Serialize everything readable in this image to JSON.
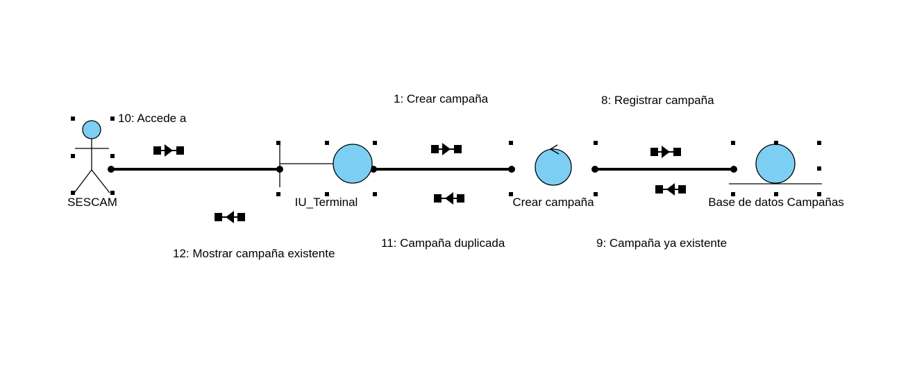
{
  "diagram": {
    "type": "uml-collaboration-diagram",
    "objects": {
      "actor": {
        "label": "SESCAM",
        "kind": "actor"
      },
      "boundary": {
        "label": "IU_Terminal",
        "kind": "boundary"
      },
      "control": {
        "label": "Crear campaña",
        "kind": "control"
      },
      "entity": {
        "label": "Base de datos Campañas",
        "kind": "entity"
      }
    },
    "messages": {
      "m10": {
        "text": "10: Accede a",
        "direction": "forward",
        "from": "SESCAM",
        "to": "IU_Terminal"
      },
      "m12": {
        "text": "12: Mostrar campaña existente",
        "direction": "backward",
        "from": "IU_Terminal",
        "to": "SESCAM"
      },
      "m1": {
        "text": "1: Crear campaña",
        "direction": "forward",
        "from": "IU_Terminal",
        "to": "Crear campaña"
      },
      "m11": {
        "text": "11: Campaña duplicada",
        "direction": "backward",
        "from": "Crear campaña",
        "to": "IU_Terminal"
      },
      "m8": {
        "text": "8: Registrar campaña",
        "direction": "forward",
        "from": "Crear campaña",
        "to": "Base de datos Campañas"
      },
      "m9": {
        "text": "9: Campaña ya existente",
        "direction": "backward",
        "from": "Base de datos Campañas",
        "to": "Crear campaña"
      }
    },
    "colors": {
      "fill": "#7ccff3",
      "stroke": "#000000",
      "background": "#ffffff"
    },
    "icons": [
      "actor-icon",
      "boundary-icon",
      "control-icon",
      "entity-icon",
      "message-arrow-icon",
      "selection-handle-icon"
    ]
  }
}
